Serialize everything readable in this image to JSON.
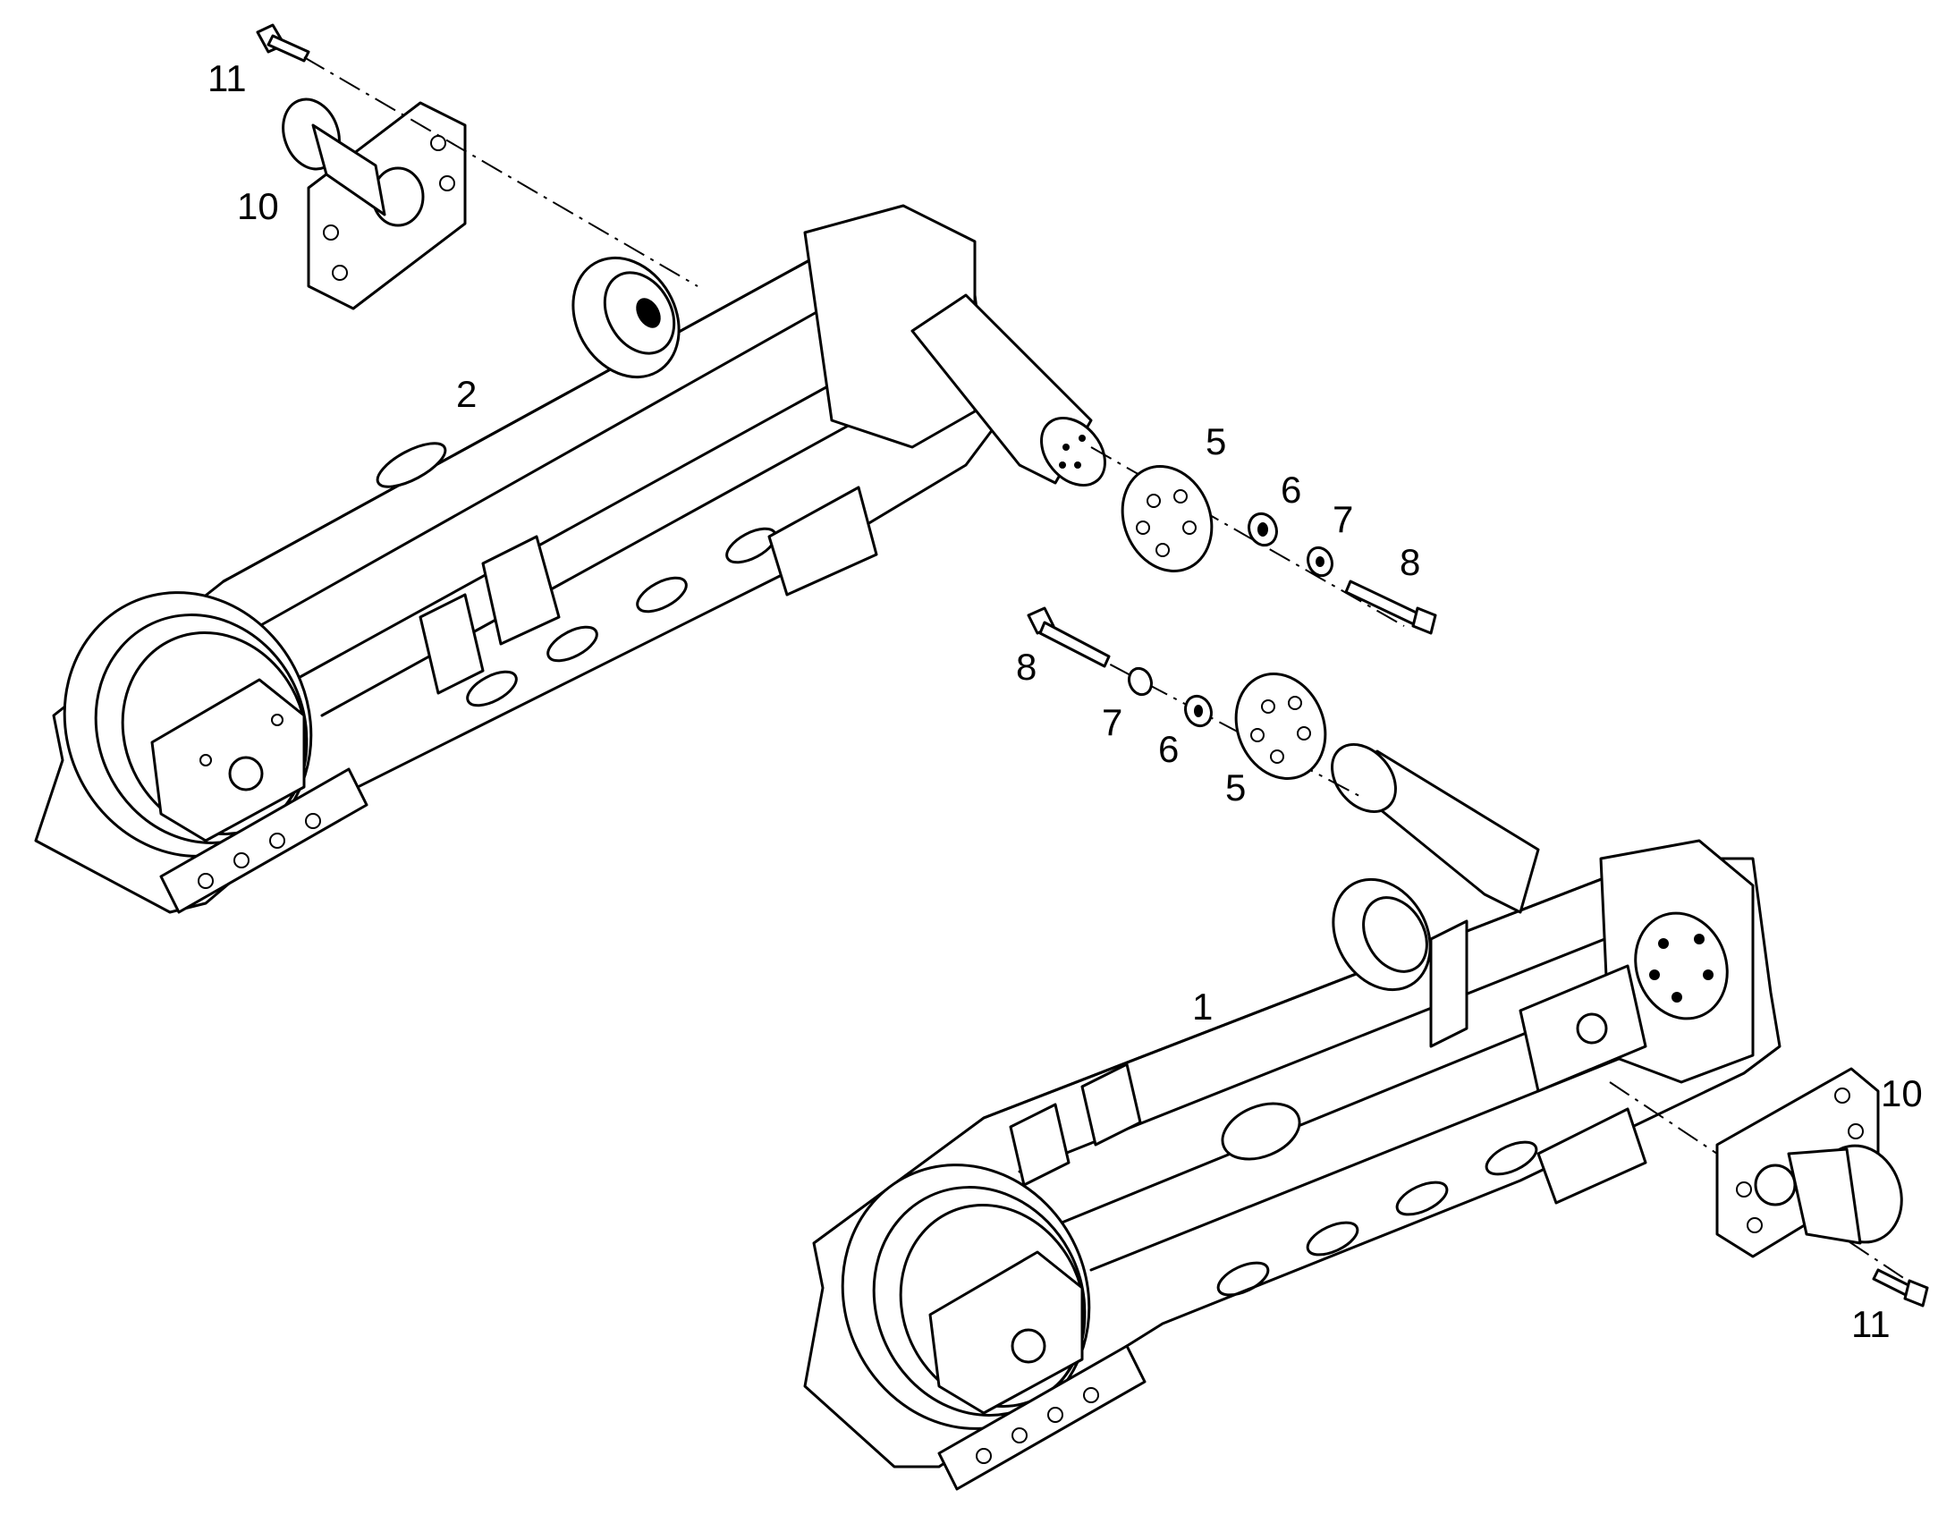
{
  "callouts": {
    "c1": "1",
    "c2": "2",
    "c5_top": "5",
    "c6_top": "6",
    "c7_top": "7",
    "c8_top": "8",
    "c8_mid": "8",
    "c7_mid": "7",
    "c6_mid": "6",
    "c5_mid": "5",
    "c10_top": "10",
    "c11_top": "11",
    "c10_bottom": "10",
    "c11_bottom": "11"
  },
  "colors": {
    "line": "#000000",
    "background": "#ffffff"
  }
}
